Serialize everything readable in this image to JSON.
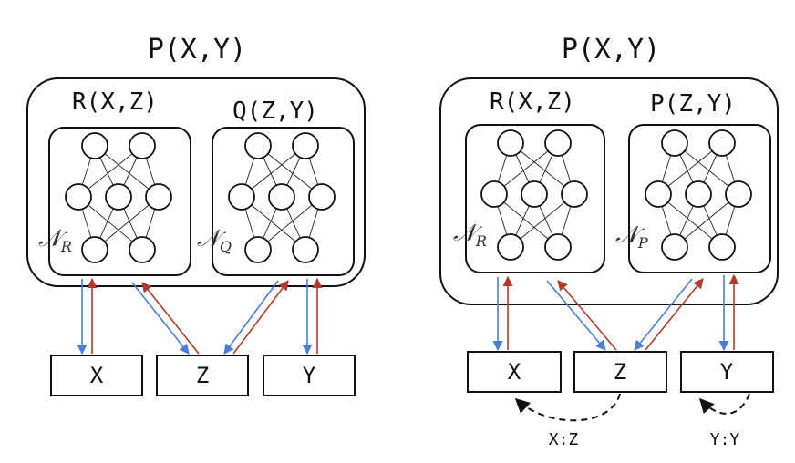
{
  "left": {
    "outer_label": "P(X,Y)",
    "net1": {
      "label": "R(X,Z)",
      "network_symbol": "𝒩",
      "network_subscript": "R"
    },
    "net2": {
      "label": "Q(Z,Y)",
      "network_symbol": "𝒩",
      "network_subscript": "Q"
    },
    "nodes": [
      "X",
      "Z",
      "Y"
    ]
  },
  "right": {
    "outer_label": "P(X,Y)",
    "net1": {
      "label": "R(X,Z)",
      "network_symbol": "𝒩",
      "network_subscript": "R"
    },
    "net2": {
      "label": "P(Z,Y)",
      "network_symbol": "𝒩",
      "network_subscript": "P"
    },
    "nodes": [
      "X",
      "Z",
      "Y"
    ],
    "loop_labels": [
      "X:Z",
      "Y:Y"
    ]
  },
  "colors": {
    "down_arrow": "#4a7fd4",
    "up_arrow": "#b03a2e",
    "stroke": "#111111"
  }
}
